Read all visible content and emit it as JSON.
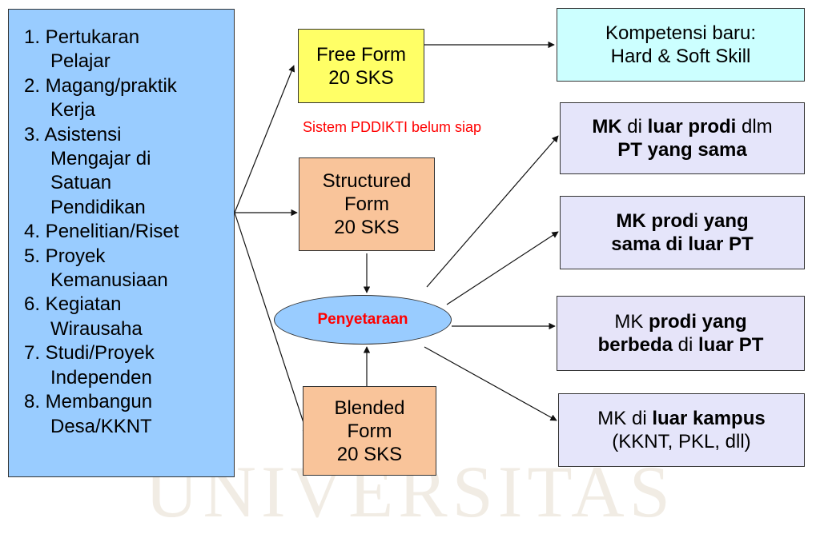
{
  "watermark": "UNIVERSITAS",
  "activities": [
    {
      "lines": [
        "1. Pertukaran",
        "Pelajar"
      ]
    },
    {
      "lines": [
        "2. Magang/praktik",
        "Kerja"
      ]
    },
    {
      "lines": [
        "3. Asistensi",
        "Mengajar di",
        "Satuan",
        "Pendidikan"
      ]
    },
    {
      "lines": [
        "4. Penelitian/Riset"
      ]
    },
    {
      "lines": [
        "5. Proyek",
        "Kemanusiaan"
      ]
    },
    {
      "lines": [
        "6. Kegiatan",
        "Wirausaha"
      ]
    },
    {
      "lines": [
        "7. Studi/Proyek",
        "Independen"
      ]
    },
    {
      "lines": [
        "8. Membangun",
        "Desa/KKNT"
      ]
    }
  ],
  "forms": {
    "free": {
      "line1": "Free Form",
      "line2": "20 SKS"
    },
    "structured": {
      "line1": "Structured",
      "line2": "Form",
      "line3": "20 SKS"
    },
    "blended": {
      "line1": "Blended",
      "line2": "Form",
      "line3": "20 SKS"
    }
  },
  "note": "Sistem PDDIKTI belum siap",
  "center": {
    "label": "Penyetaraan"
  },
  "outcomes": {
    "competency": {
      "line1": "Kompetensi baru:",
      "line2": "Hard & Soft Skill"
    },
    "mk1": {
      "a": "MK",
      "b": " di ",
      "c": "luar prodi",
      "d": " dlm",
      "line2": "PT yang sama"
    },
    "mk2": {
      "a": "MK  prod",
      "b": "i ",
      "c": "yang",
      "line2": "sama di luar PT"
    },
    "mk3": {
      "a": "MK ",
      "b": "prodi yang",
      "line2a": "berbeda",
      "line2b": " di ",
      "line2c": "luar PT"
    },
    "mk4": {
      "a": "MK di ",
      "b": "luar kampus",
      "line2": "(KKNT, PKL, dll)"
    }
  },
  "colors": {
    "list_bg": "#99ccff",
    "free_bg": "#ffff66",
    "form_bg": "#f9c49a",
    "competency_bg": "#ccffff",
    "mk_bg": "#e5e5fa",
    "accent_red": "#ff0000"
  }
}
